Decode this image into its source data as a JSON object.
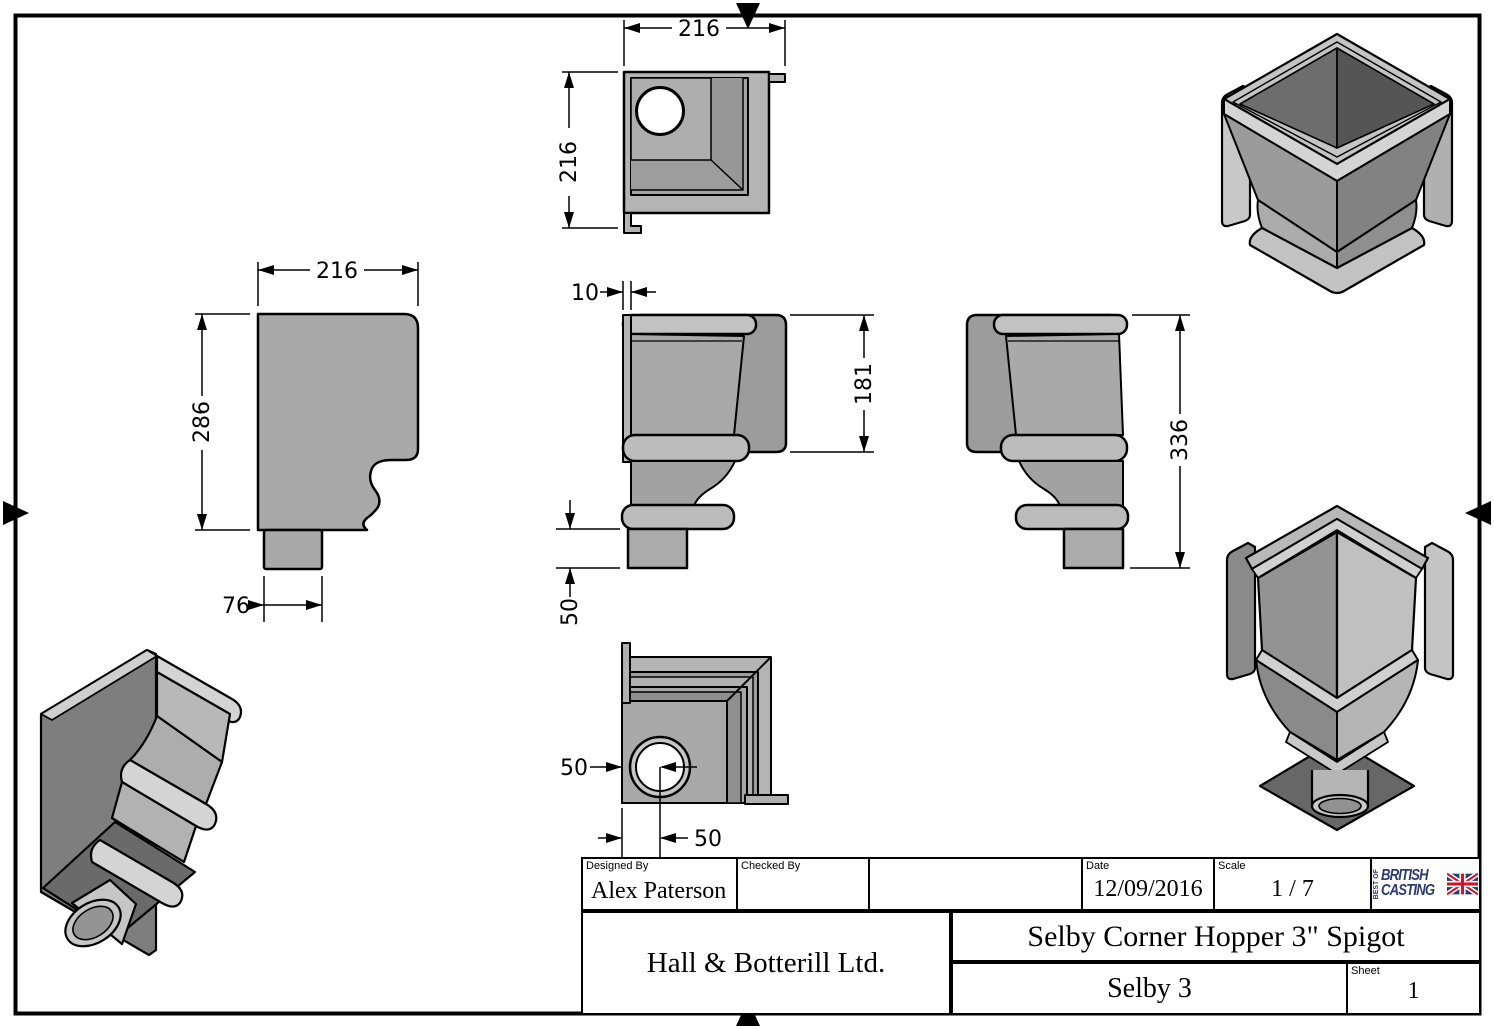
{
  "dimensions": {
    "top_view": {
      "width": "216",
      "height": "216"
    },
    "front_view": {
      "width": "216",
      "height": "286",
      "spigot_width": "76"
    },
    "side_view": {
      "back_plate": "10",
      "body_depth": "181",
      "spigot_length": "50"
    },
    "side_view_right": {
      "overall_height": "336"
    },
    "bottom_view": {
      "spigot_offset_x": "50",
      "spigot_offset_y": "50"
    }
  },
  "title_block": {
    "designed_by_label": "Designed By",
    "designed_by": "Alex Paterson",
    "checked_by_label": "Checked By",
    "checked_by": "",
    "date_label": "Date",
    "date": "12/09/2016",
    "scale_label": "Scale",
    "scale": "1 / 7",
    "company": "Hall & Botterill Ltd.",
    "drawing_title": "Selby Corner Hopper 3\" Spigot",
    "model_name": "Selby 3",
    "sheet_label": "Sheet",
    "sheet_number": "1"
  },
  "logo": {
    "best_of": "BEST OF",
    "line1": "BRITISH",
    "line2": "CASTING",
    "navy": "#2b3a70",
    "red": "#cf142b"
  }
}
